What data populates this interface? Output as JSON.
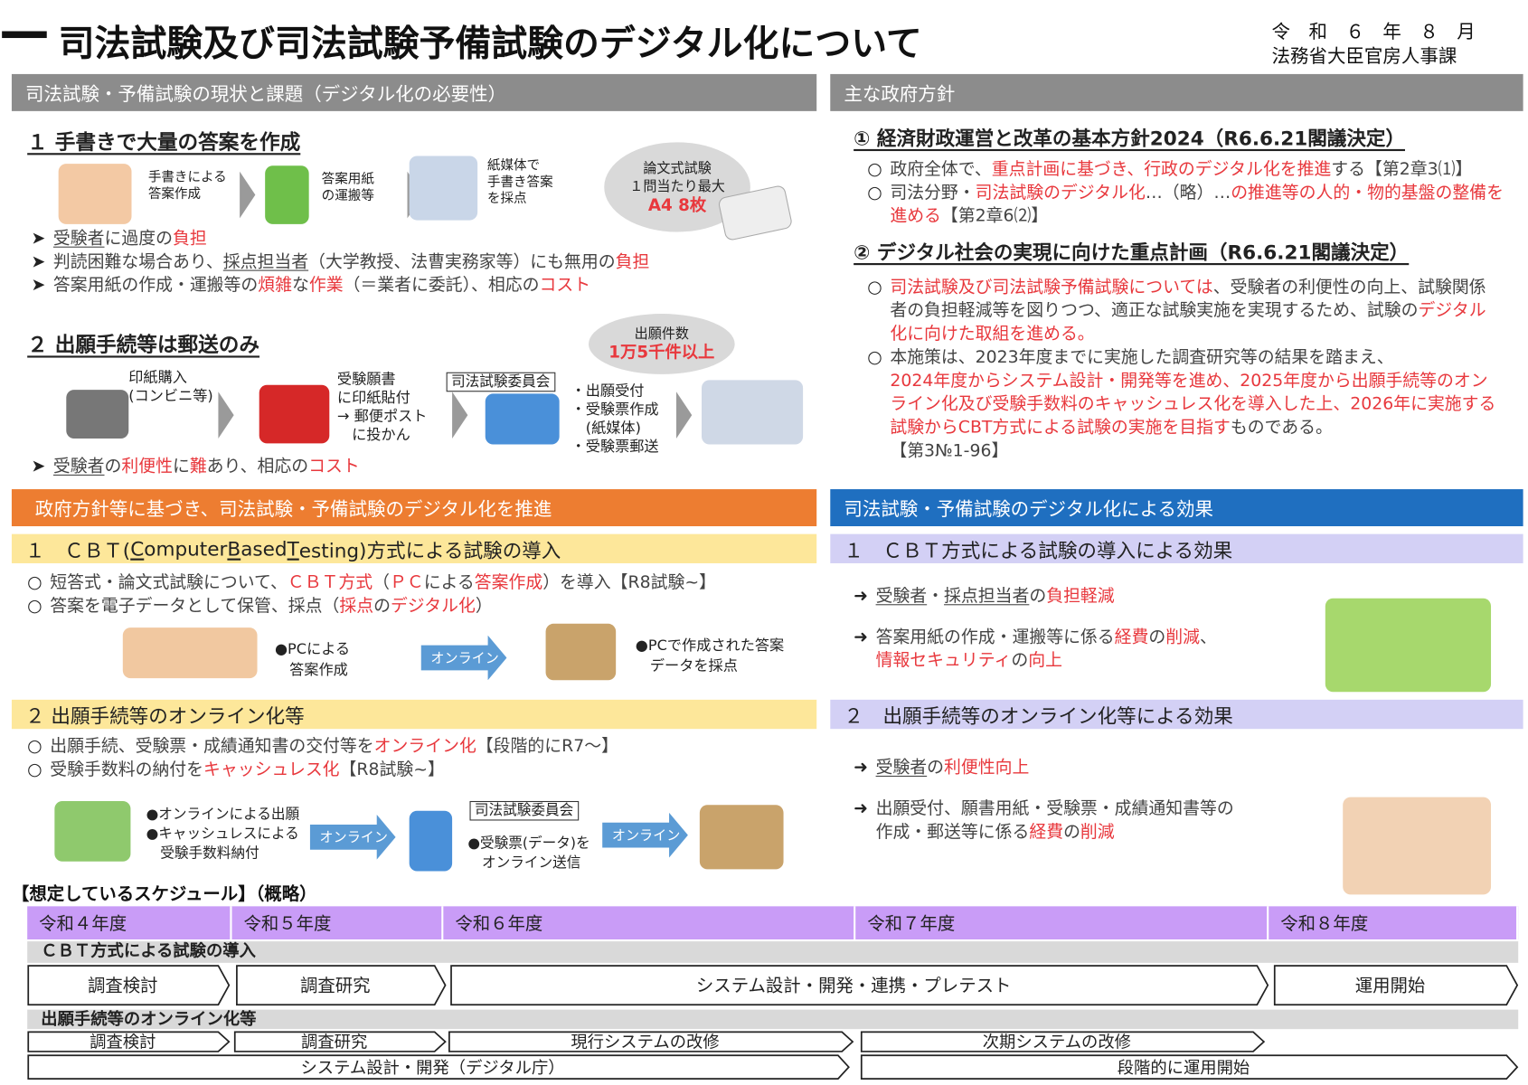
{
  "header": {
    "title": "司法試験及び司法試験予備試験のデジタル化について",
    "date": "令　和　６　年　８　月",
    "dept": "法務省大臣官房人事課"
  },
  "left_top": {
    "heading": "司法試験・予備試験の現状と課題（デジタル化の必要性）",
    "s1": {
      "title": "１ 手書きで大量の答案を作成",
      "flow": [
        "手書きによる\n答案作成",
        "答案用紙\nの運搬等",
        "紙媒体で\n手書き答案\nを採点"
      ],
      "bubble": [
        "論文式試験",
        "１問当たり最大",
        "A4 8枚"
      ],
      "bullets": [
        [
          {
            "t": "受験者",
            "u": true
          },
          {
            "t": "に過度の"
          },
          {
            "t": "負担",
            "r": true
          }
        ],
        [
          {
            "t": "判読困難な場合あり、"
          },
          {
            "t": "採点担当者",
            "u": true
          },
          {
            "t": "（大学教授、法曹実務家等）にも無用の"
          },
          {
            "t": "負担",
            "r": true
          }
        ],
        [
          {
            "t": "答案用紙の作成・運搬等の"
          },
          {
            "t": "煩雑",
            "r": true
          },
          {
            "t": "な"
          },
          {
            "t": "作業",
            "r": true
          },
          {
            "t": "（＝業者に委託）、相応の"
          },
          {
            "t": "コスト",
            "r": true
          }
        ]
      ]
    },
    "s2": {
      "title": "２ 出願手続等は郵送のみ",
      "flow": [
        "印紙購入\n(コンビニ等)",
        "受験願書\nに印紙貼付\n→ 郵便ポスト\n　に投かん",
        "・出願受付\n・受験票作成\n　(紙媒体)\n・受験票郵送"
      ],
      "committee": "司法試験委員会",
      "bubble": [
        "出願件数",
        "1万5千件以上"
      ],
      "bullets": [
        [
          {
            "t": "受験者",
            "u": true
          },
          {
            "t": "の"
          },
          {
            "t": "利便性",
            "r": true
          },
          {
            "t": "に"
          },
          {
            "t": "難",
            "r": true
          },
          {
            "t": "あり、相応の"
          },
          {
            "t": "コスト",
            "r": true
          }
        ]
      ]
    }
  },
  "right_top": {
    "heading": "主な政府方針",
    "p1": {
      "title": "① 経済財政運営と改革の基本方針2024（R6.6.21閣議決定）",
      "items": [
        [
          {
            "t": "政府全体で、"
          },
          {
            "t": "重点計画に基づき、行政のデジタル化を推進",
            "r": true
          },
          {
            "t": "する【第2章3⑴】"
          }
        ],
        [
          {
            "t": "司法分野・"
          },
          {
            "t": "司法試験のデジタル化",
            "r": true
          },
          {
            "t": "…（略）…"
          },
          {
            "t": "の推進等の人的・物的基盤の整備を進める",
            "r": true
          },
          {
            "t": "【第2章6⑵】"
          }
        ]
      ]
    },
    "p2": {
      "title": "② デジタル社会の実現に向けた重点計画（R6.6.21閣議決定）",
      "items": [
        [
          {
            "t": "司法試験及び司法試験予備試験については",
            "r": true
          },
          {
            "t": "、受験者の利便性の向上、試験関係者の負担軽減等を図りつつ、適正な試験実施を実現するため、試験の"
          },
          {
            "t": "デジタル化に向けた取組を進める。",
            "r": true
          }
        ],
        [
          {
            "t": "本施策は、2023年度までに実施した調査研究等の結果を踏まえ、\n"
          },
          {
            "t": "2024年度からシステム設計・開発等を進め、2025年度から出願手続等のオンライン化及び受験手数料のキャッシュレス化を導入した上、2026年に実施する試験からCBT方式による試験の実施を目指す",
            "r": true
          },
          {
            "t": "ものである。\n【第3№1-96】"
          }
        ]
      ]
    }
  },
  "left_bottom": {
    "heading": "政府方針等に基づき、司法試験・予備試験のデジタル化を推進",
    "sub1": [
      {
        "t": "１　ＣＢＴ("
      },
      {
        "t": "C",
        "u": true
      },
      {
        "t": "omputer "
      },
      {
        "t": "B",
        "u": true
      },
      {
        "t": "ased "
      },
      {
        "t": "T",
        "u": true
      },
      {
        "t": "esting)方式による試験の導入"
      }
    ],
    "items1": [
      [
        {
          "t": "短答式・論文式試験について、"
        },
        {
          "t": "ＣＢＴ方式",
          "r": true
        },
        {
          "t": "（"
        },
        {
          "t": "ＰＣ",
          "r": true
        },
        {
          "t": "による"
        },
        {
          "t": "答案作成",
          "r": true
        },
        {
          "t": "）を導入【R8試験~】"
        }
      ],
      [
        {
          "t": "答案を電子データとして保管、採点（"
        },
        {
          "t": "採点",
          "r": true
        },
        {
          "t": "の"
        },
        {
          "t": "デジタル化",
          "r": true
        },
        {
          "t": "）"
        }
      ]
    ],
    "flow1": [
      "●PCによる\n　答案作成",
      "オンライン",
      "●PCで作成された答案\n　データを採点"
    ],
    "sub2": "２ 出願手続等のオンライン化等",
    "items2": [
      [
        {
          "t": "出願手続、受験票・成績通知書の交付等を"
        },
        {
          "t": "オンライン化",
          "r": true
        },
        {
          "t": "【段階的にR7～】"
        }
      ],
      [
        {
          "t": "受験手数料の納付を"
        },
        {
          "t": "キャッシュレス化",
          "r": true
        },
        {
          "t": "【R8試験~】"
        }
      ]
    ],
    "flow2": [
      "●オンラインによる出願\n●キャッシュレスによる\n　受験手数料納付",
      "オンライン",
      "司法試験委員会",
      "●受験票(データ)を\n　オンライン送信",
      "オンライン"
    ]
  },
  "right_bottom": {
    "heading": "司法試験・予備試験のデジタル化による効果",
    "sub1": "１　ＣＢＴ方式による試験の導入による効果",
    "items1": [
      [
        {
          "t": "受験者",
          "u": true
        },
        {
          "t": "・"
        },
        {
          "t": "採点担当者",
          "u": true
        },
        {
          "t": "の"
        },
        {
          "t": "負担軽減",
          "r": true
        }
      ],
      [
        {
          "t": "答案用紙の作成・運搬等に係る"
        },
        {
          "t": "経費",
          "r": true
        },
        {
          "t": "の"
        },
        {
          "t": "削減",
          "r": true
        },
        {
          "t": "、\n"
        },
        {
          "t": "情報セキュリティ",
          "r": true
        },
        {
          "t": "の"
        },
        {
          "t": "向上",
          "r": true
        }
      ]
    ],
    "sub2": "２　出願手続等のオンライン化等による効果",
    "items2": [
      [
        {
          "t": "受験者",
          "u": true
        },
        {
          "t": "の"
        },
        {
          "t": "利便性向上",
          "r": true
        }
      ],
      [
        {
          "t": "出願受付、願書用紙・受験票・成績通知書等の\n作成・郵送等に係る"
        },
        {
          "t": "経費",
          "r": true
        },
        {
          "t": "の"
        },
        {
          "t": "削減",
          "r": true
        }
      ]
    ]
  },
  "schedule": {
    "title": "【想定しているスケジュール】（概略）",
    "years": [
      "令和４年度",
      "令和５年度",
      "令和６年度",
      "令和７年度",
      "令和８年度"
    ],
    "group1": "ＣＢＴ方式による試験の導入",
    "row1": [
      "調査検討",
      "調査研究",
      "システム設計・開発・連携・プレテスト",
      "運用開始"
    ],
    "group2": "出願手続等のオンライン化等",
    "row2a": [
      "調査検討",
      "調査研究",
      "現行システムの改修",
      "次期システムの改修"
    ],
    "row2b": [
      "システム設計・開発（デジタル庁）",
      "段階的に運用開始"
    ]
  },
  "colors": {
    "red": "#e8383d",
    "gray_header": "#8c8c8c",
    "orange_header": "#ed7d31",
    "blue_header": "#1f6fc0",
    "yellow_sub": "#fde79a",
    "lavender_sub": "#d3d0f5",
    "year_header": "#c99cf7"
  }
}
